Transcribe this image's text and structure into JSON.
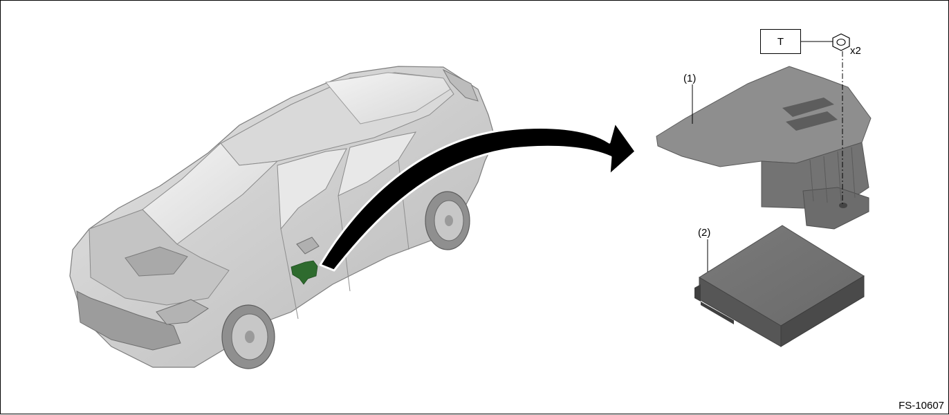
{
  "figure": {
    "part_labels": [
      "(1)",
      "(2)"
    ],
    "torque_tag": "T",
    "fastener_qty": "x2",
    "figure_code": "FS-10607",
    "highlight_color": "#2e6b2e"
  }
}
